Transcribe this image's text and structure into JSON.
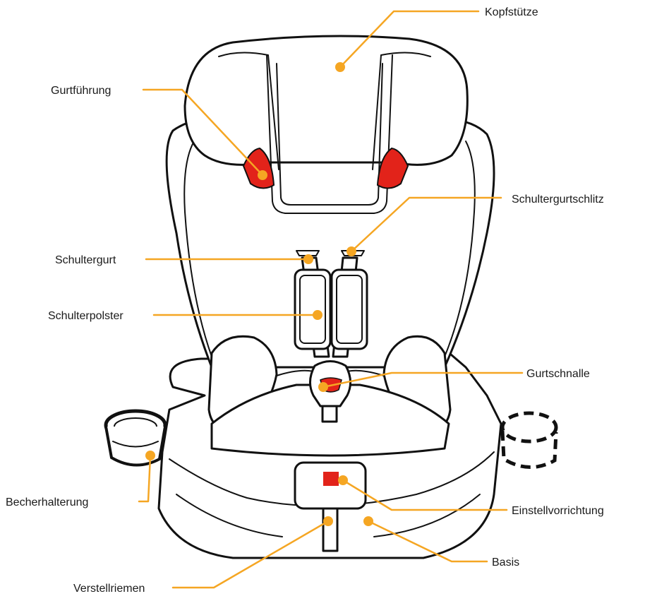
{
  "diagram": {
    "colors": {
      "accent": "#f5a623",
      "outline": "#111111",
      "highlight_red": "#e2231a",
      "background": "#ffffff"
    },
    "labels": {
      "kopfstuetze": "Kopfstütze",
      "gurtfuehrung": "Gurtführung",
      "schultergurtschlitz": "Schultergurtschlitz",
      "schultergurt": "Schultergurt",
      "schulterpolster": "Schulterpolster",
      "gurtschnalle": "Gurtschnalle",
      "becherhalterung": "Becherhalterung",
      "einstellvorrichtung": "Einstellvorrichtung",
      "basis": "Basis",
      "verstellriemen": "Verstellriemen"
    }
  }
}
